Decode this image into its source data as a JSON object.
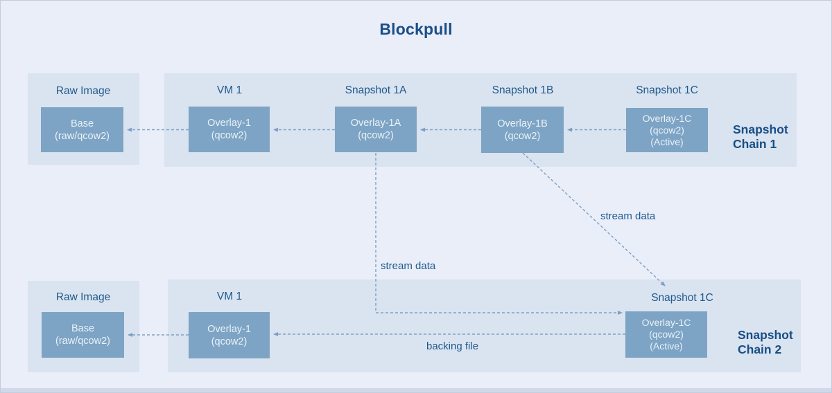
{
  "header": {
    "title": "Blockpull"
  },
  "colors": {
    "page_background": "#e9eef8",
    "panel_background": "#dae3f0",
    "node_fill": "#7da4c4",
    "node_text": "#e9f1f9",
    "label_text": "#1e5a8c",
    "title_text": "#1a4e87",
    "arrow": "#7f9fc4"
  },
  "raw_image_top": {
    "label": "Raw Image",
    "box": {
      "line1": "Base",
      "line2": "(raw/qcow2)"
    }
  },
  "chain1": {
    "side_label": "Snapshot Chain 1",
    "nodes": [
      {
        "label": "VM 1",
        "line1": "Overlay-1",
        "line2": "(qcow2)"
      },
      {
        "label": "Snapshot 1A",
        "line1": "Overlay-1A",
        "line2": "(qcow2)"
      },
      {
        "label": "Snapshot 1B",
        "line1": "Overlay-1B",
        "line2": "(qcow2)"
      },
      {
        "label": "Snapshot 1C",
        "line1": "Overlay-1C",
        "line2": "(qcow2)",
        "line3": "(Active)"
      }
    ]
  },
  "raw_image_bottom": {
    "label": "Raw Image",
    "box": {
      "line1": "Base",
      "line2": "(raw/qcow2)"
    }
  },
  "chain2": {
    "side_label": "Snapshot Chain 2",
    "nodes": [
      {
        "label": "VM 1",
        "line1": "Overlay-1",
        "line2": "(qcow2)"
      },
      {
        "label": "Snapshot 1C",
        "line1": "Overlay-1C",
        "line2": "(qcow2)",
        "line3": "(Active)"
      }
    ]
  },
  "annotations": {
    "stream_data_vertical": "stream data",
    "stream_data_diagonal": "stream data",
    "backing_file": "backing file"
  }
}
